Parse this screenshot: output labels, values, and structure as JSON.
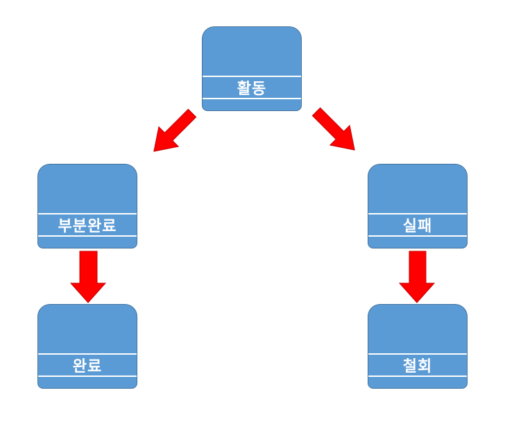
{
  "nodes": {
    "activity": "활동",
    "partial_complete": "부분완료",
    "failure": "실패",
    "complete": "완료",
    "withdrawal": "철회"
  },
  "colors": {
    "node_fill": "#5b9bd5",
    "node_border": "#41719c",
    "label_text": "#ffffff",
    "arrow_fill": "#ff0000"
  },
  "edges": [
    [
      "활동",
      "부분완료"
    ],
    [
      "활동",
      "실패"
    ],
    [
      "부분완료",
      "완료"
    ],
    [
      "실패",
      "철회"
    ]
  ]
}
